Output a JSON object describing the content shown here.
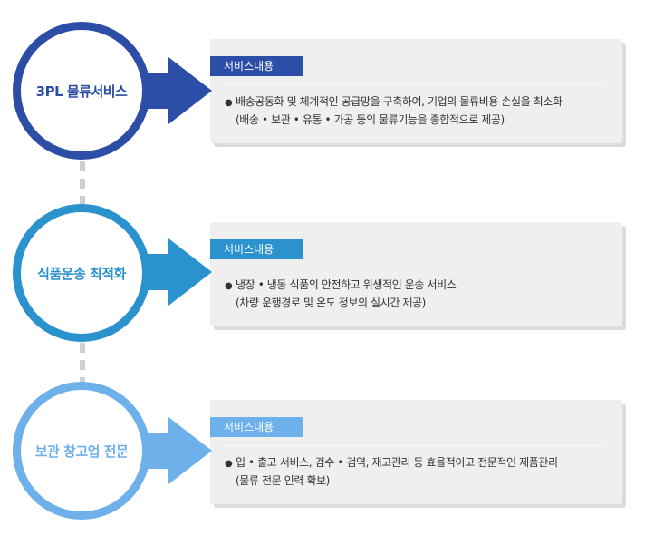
{
  "items": [
    {
      "title": "3PL 물류서비스",
      "tag": "서비스내용",
      "line1": "배송공동화 및 체계적인 공급망을 구축하여, 기업의 물류비용 손실을 최소화",
      "line2": "(배송 • 보관 • 유통 • 가공 등의 물류기능을 종합적으로 제공)",
      "color": "#2d4ea6",
      "ring_start": "#3459b8",
      "ring_end": "#1e3580"
    },
    {
      "title": "식품운송 최적화",
      "tag": "서비스내용",
      "line1": "냉장 • 냉동 식품의 안전하고 위생적인 운송 서비스",
      "line2": "(차량 운행경로 및 온도 정보의 실시간 제공)",
      "color": "#2a92cc",
      "ring_start": "#3fa4d8",
      "ring_end": "#1b6ea8"
    },
    {
      "title": "보관 창고업 전문",
      "tag": "서비스내용",
      "line1": "입 • 출고 서비스, 검수 • 검역, 재고관리 등 효율적이고 전문적인 제품관리",
      "line2": "(물류 전문 인력 확보)",
      "color": "#6eb0ea",
      "ring_start": "#8ac4f2",
      "ring_end": "#5aa0e0"
    }
  ]
}
